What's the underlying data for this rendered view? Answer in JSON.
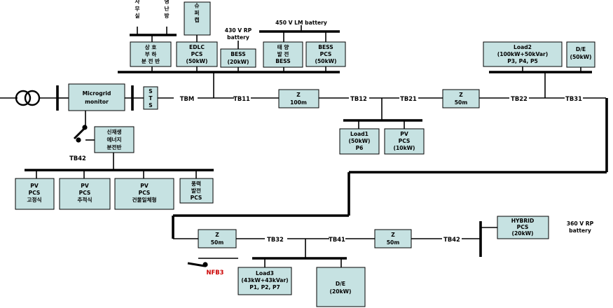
{
  "top_labels": {
    "office": "사 무 실",
    "heating": "냉 난 방",
    "supercap": "슈 퍼 캡",
    "vrp_battery_1": "430 V RP",
    "vrp_battery_2": "battery",
    "vlm_battery": "450 V LM battery"
  },
  "boxes": {
    "load_panel": [
      "상 호",
      "부 하",
      "분 전 반"
    ],
    "edlc_pcs": [
      "EDLC",
      "PCS",
      "(50kW)"
    ],
    "bess_20": [
      "BESS",
      "(20kW)"
    ],
    "solar_bess": [
      "태 양",
      "발 전",
      "BESS"
    ],
    "bess_pcs_50": [
      "BESS",
      "PCS",
      "(50kW)"
    ],
    "microgrid_monitor": [
      "Microgrid",
      "monitor"
    ],
    "sts": [
      "S",
      "T",
      "S"
    ],
    "impedance_100": [
      "Z",
      "100m"
    ],
    "load1": [
      "Load1",
      "(50kW)",
      "P6"
    ],
    "pv_pcs_10": [
      "PV",
      "PCS",
      "(10kW)"
    ],
    "impedance_50_a": [
      "Z",
      "50m"
    ],
    "load2": [
      "Load2",
      "(100kW+50kVar)",
      "P3, P4, P5"
    ],
    "de_50": [
      "D/E",
      "(50kW)"
    ],
    "renewable_panel": [
      "신재생",
      "에너지",
      "분전반"
    ],
    "pv_fixed": [
      "PV",
      "PCS",
      "고정식"
    ],
    "pv_tracking": [
      "PV",
      "PCS",
      "추적식"
    ],
    "pv_bipv": [
      "PV",
      "PCS",
      "건물일체형"
    ],
    "wind_pcs": [
      "풍력",
      "발전",
      "PCS"
    ],
    "impedance_50_b": [
      "Z",
      "50m"
    ],
    "impedance_50_c": [
      "Z",
      "50m"
    ],
    "hybrid_pcs": [
      "HYBRID",
      "PCS",
      "(20kW)"
    ],
    "load3": [
      "Load3",
      "(43kW+43kVar)",
      "P1, P2, P7"
    ],
    "de_20": [
      "D/E",
      "(20kW)"
    ]
  },
  "bus_labels": {
    "tbm": "TBM",
    "tb11": "TB11",
    "tb12": "TB12",
    "tb21": "TB21",
    "tb22": "TB22",
    "tb31": "TB31",
    "tb42_left": "TB42",
    "tb32": "TB32",
    "tb41": "TB41",
    "tb42_right": "TB42"
  },
  "side_labels": {
    "vrp_360_1": "360 V RP",
    "vrp_360_2": "battery",
    "nfb3": "NFB3"
  },
  "colors": {
    "box_fill": "#c6e2e2",
    "line": "#000000",
    "nfb_label": "#cc0000"
  }
}
